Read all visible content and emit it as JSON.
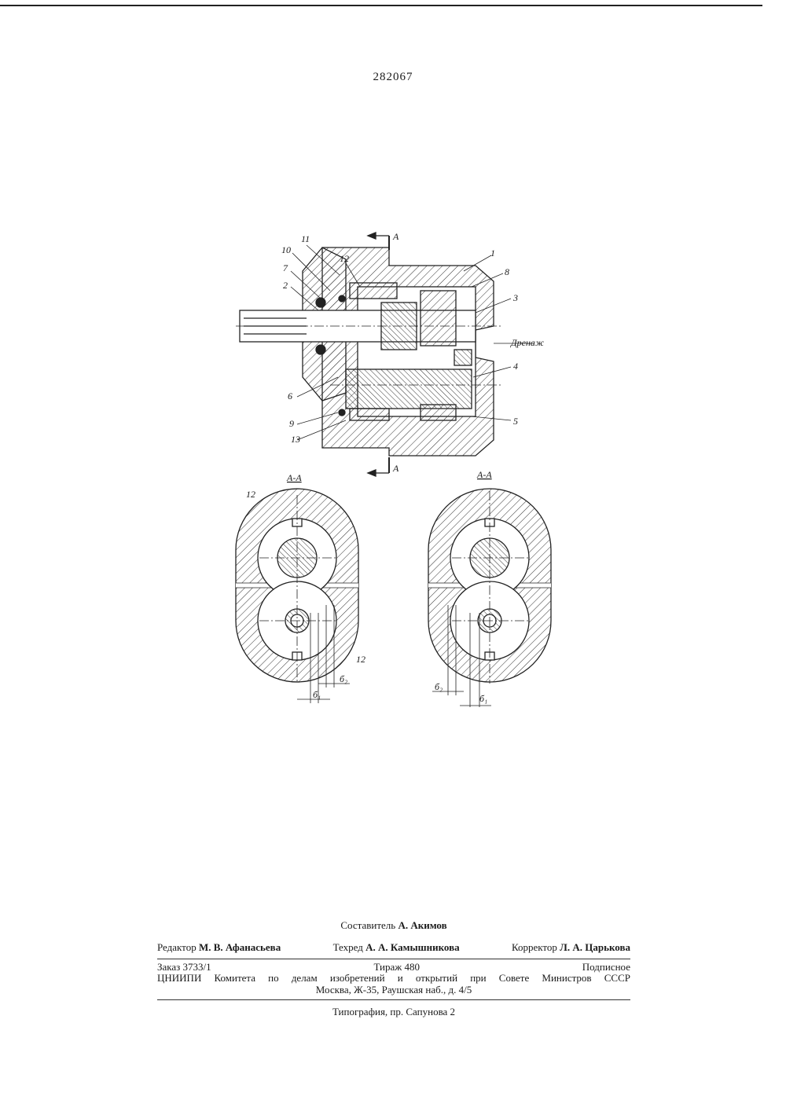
{
  "patent_number": "282067",
  "labels": {
    "n1": "1",
    "n2": "2",
    "n3": "3",
    "n4": "4",
    "n5": "5",
    "n6": "6",
    "n7": "7",
    "n8": "8",
    "n9": "9",
    "n10": "10",
    "n11": "11",
    "n12": "12",
    "n13": "13",
    "section_mark": "А",
    "drain": "Дренаж",
    "section_left": "А-А",
    "section_right": "А-А",
    "b1": "б₁",
    "b2": "б₂"
  },
  "footer": {
    "compiler_label": "Составитель",
    "compiler_name": "А. Акимов",
    "editor_label": "Редактор",
    "editor_name": "М. В. Афанасьева",
    "techred_label": "Техред",
    "techred_name": "А. А. Камышникова",
    "corrector_label": "Корректор",
    "corrector_name": "Л. А. Царькова",
    "order": "Заказ 3733/1",
    "circulation": "Тираж 480",
    "subscription": "Подписное",
    "organization": "ЦНИИПИ Комитета по делам изобретений и открытий при Совете Министров СССР",
    "address": "Москва, Ж-35, Раушская наб., д. 4/5",
    "printing": "Типография, пр. Сапунова 2"
  }
}
